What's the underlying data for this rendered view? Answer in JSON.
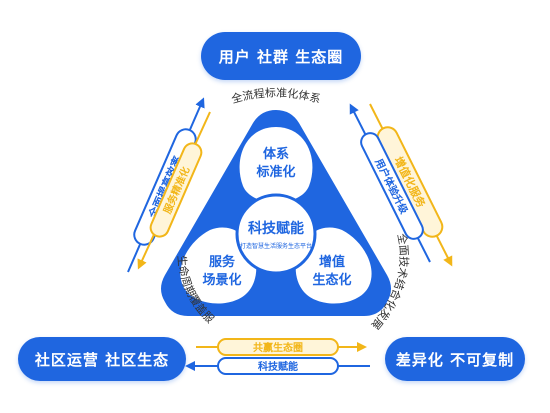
{
  "nodes": {
    "top": "用户  社群  生态圈",
    "left": "社区运营  社区生态",
    "right": "差异化  不可复制"
  },
  "center": {
    "title": "科技赋能",
    "subtitle": "打造智慧生活服务生态平台"
  },
  "petals": {
    "top": [
      "体系",
      "标准化"
    ],
    "left": [
      "服务",
      "场景化"
    ],
    "right": [
      "增值",
      "生态化"
    ]
  },
  "edge_labels": {
    "top": "全流程标准化体系",
    "left": "全生命周期覆盖服务",
    "right": "全面技术结合化发展"
  },
  "arrows": {
    "left_outer": "全面提高效率",
    "left_inner": "服务精准化",
    "right_outer": "增值化服务",
    "right_inner": "用户体验升级",
    "bottom_top": "共赢生态圈",
    "bottom_bottom": "科技赋能"
  },
  "colors": {
    "blue": "#1f66e0",
    "gold": "#f2b619",
    "light_blue": "#e7efff",
    "light_gold": "#fff5d9"
  }
}
